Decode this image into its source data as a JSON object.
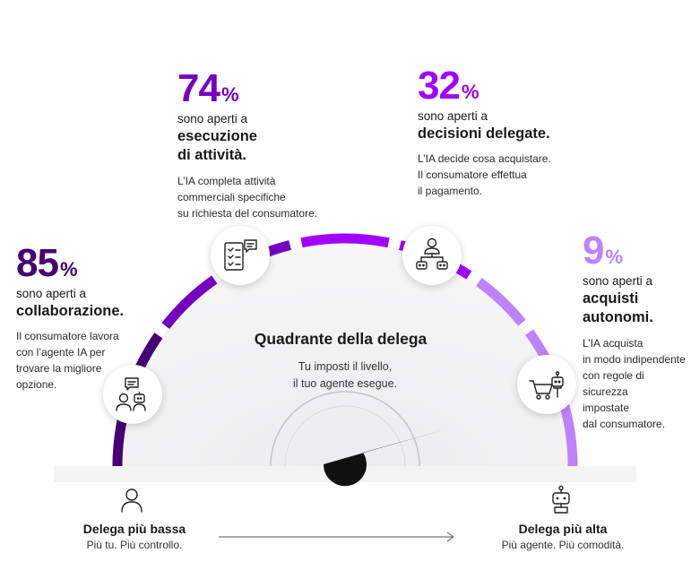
{
  "colors": {
    "dark_purple": "#460073",
    "mid_purple": "#7500c0",
    "bright_purple": "#a100ff",
    "light_purple": "#be82ff"
  },
  "dial": {
    "title": "Quadrante della delega",
    "subtitle_line1": "Tu imposti il livello,",
    "subtitle_line2": "il tuo agente esegue."
  },
  "stats": [
    {
      "pct": "85",
      "sign": "%",
      "open": "sono aperti a",
      "heading_lines": [
        "collaborazione."
      ],
      "desc_lines": [
        "Il consumatore lavora",
        "con l’agente IA per",
        "trovare la migliore",
        "opzione."
      ],
      "icon": "collaboration-chat-icon"
    },
    {
      "pct": "74",
      "sign": "%",
      "open": "sono aperti a",
      "heading_lines": [
        "esecuzione",
        "di attività."
      ],
      "desc_lines": [
        "L’IA completa attività",
        "commerciali specifiche",
        "su richiesta del consumatore."
      ],
      "icon": "checklist-chat-icon"
    },
    {
      "pct": "32",
      "sign": "%",
      "open": "sono aperti a",
      "heading_lines": [
        "decisioni delegate."
      ],
      "desc_lines": [
        "L’IA decide cosa acquistare.",
        "Il consumatore effettua",
        "il pagamento."
      ],
      "icon": "person-robots-icon"
    },
    {
      "pct": "9",
      "sign": "%",
      "open": "sono aperti a",
      "heading_lines": [
        "acquisti",
        "autonomi."
      ],
      "desc_lines": [
        "L’IA acquista",
        "in modo indipendente",
        "con regole di sicurezza",
        "impostate",
        "dal consumatore."
      ],
      "icon": "cart-robot-icon"
    }
  ],
  "footer": {
    "left_title": "Delega più bassa",
    "left_sub": "Più tu. Più controllo.",
    "left_icon": "person-icon",
    "right_title": "Delega più alta",
    "right_sub": "Più agente. Più comodità.",
    "right_icon": "robot-icon",
    "arrow_icon": "arrow-right-icon"
  }
}
